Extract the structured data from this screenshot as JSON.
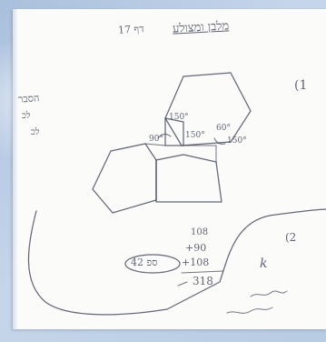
{
  "heading": {
    "title": "מלבן ומצולע",
    "suffix": "17 דף"
  },
  "problem_number": "(1",
  "left_margin": {
    "line1": "הסבר",
    "line2": "לכ",
    "line3": "לכ"
  },
  "angles": {
    "hex_bottom_left": "150°",
    "hex_bottom_mid": "150°",
    "square_corner": "90°",
    "hex_right": "60°",
    "hex_right_outer": "150°"
  },
  "calculation": {
    "line1": "108",
    "line2": "+90",
    "line3": "+108",
    "sum": "318",
    "boxed": "42 ספ"
  },
  "right_notes": {
    "line1": "k",
    "line2": "(2",
    "line3": "",
    "line4": ""
  }
}
